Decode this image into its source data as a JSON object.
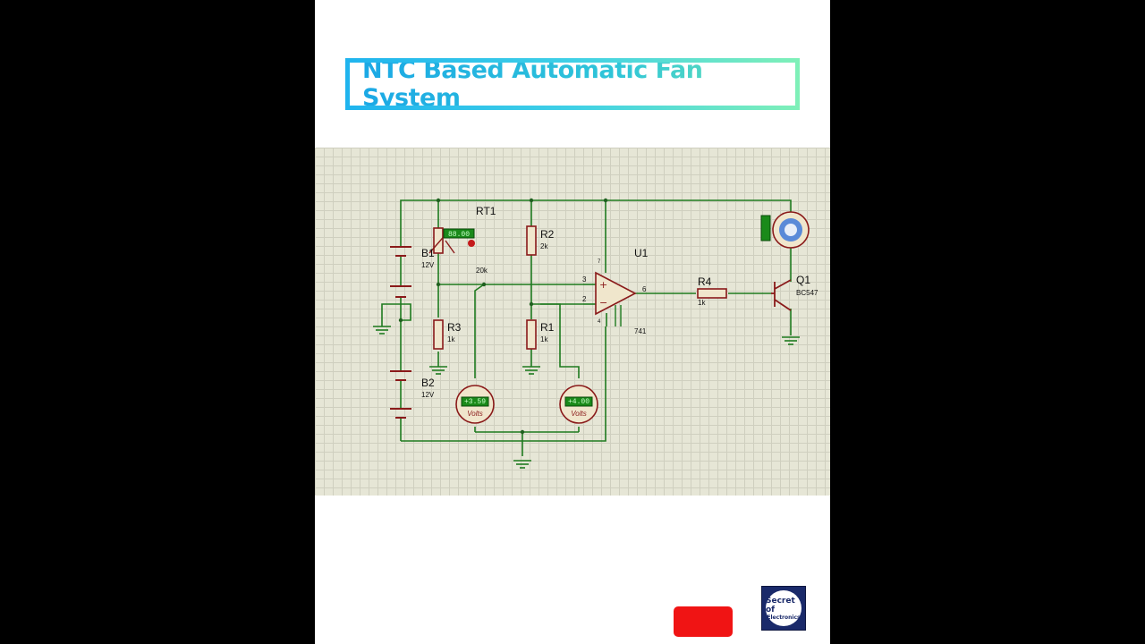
{
  "title": "NTC Based Automatic Fan System",
  "components": {
    "rt1": {
      "ref": "RT1",
      "display": "88.00",
      "value": "20k"
    },
    "b1": {
      "ref": "B1",
      "value": "12V"
    },
    "b2": {
      "ref": "B2",
      "value": "12V"
    },
    "r2": {
      "ref": "R2",
      "value": "2k"
    },
    "r3": {
      "ref": "R3",
      "value": "1k"
    },
    "r1": {
      "ref": "R1",
      "value": "1k"
    },
    "r4": {
      "ref": "R4",
      "value": "1k"
    },
    "u1": {
      "ref": "U1",
      "value": "741",
      "pins": [
        "3",
        "2",
        "6",
        "7",
        "4"
      ]
    },
    "q1": {
      "ref": "Q1",
      "value": "BC547"
    },
    "vm1": {
      "reading": "+3.59",
      "unit": "Volts"
    },
    "vm2": {
      "reading": "+4.00",
      "unit": "Volts"
    }
  },
  "logo": {
    "line1": "Secret of",
    "line2": "Electronics"
  },
  "colors": {
    "wire": "#1f7a1f",
    "component": "#8a1a1a",
    "grid_bg": "#e6e6d6",
    "display_bg": "#1a8a1a",
    "record": "#f01414"
  }
}
